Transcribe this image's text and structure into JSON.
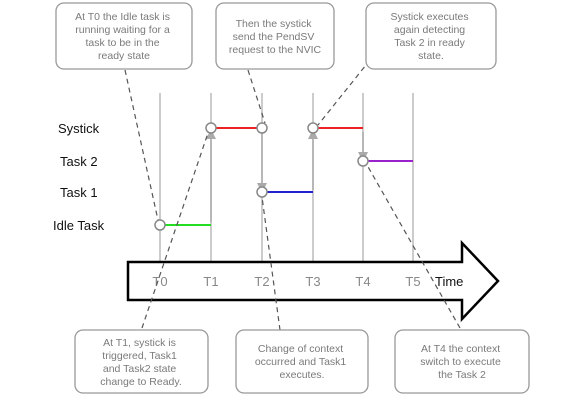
{
  "callouts": {
    "top": [
      {
        "lines": [
          "At T0 the Idle task is",
          "running waiting for a",
          "task to be in the",
          "ready state"
        ]
      },
      {
        "lines": [
          "Then the systick",
          "send the PendSV",
          "request to the NVIC"
        ]
      },
      {
        "lines": [
          "Systick executes",
          "again detecting",
          "Task 2 in ready",
          "state."
        ]
      }
    ],
    "bottom": [
      {
        "lines": [
          "At T1, systick is",
          "triggered, Task1",
          "and Task2 state",
          "change to Ready."
        ]
      },
      {
        "lines": [
          "Change of context",
          "occurred and Task1",
          "executes."
        ]
      },
      {
        "lines": [
          "At T4 the context",
          "switch to execute",
          "the Task 2"
        ]
      }
    ]
  },
  "rows": [
    "Systick",
    "Task 2",
    "Task 1",
    "Idle Task"
  ],
  "ticks": [
    "T0",
    "T1",
    "T2",
    "T3",
    "T4",
    "T5"
  ],
  "axis_label": "Time",
  "colors": {
    "idle": "#22dd22",
    "systick": "#ee2222",
    "task1": "#2222cc",
    "task2": "#9922cc",
    "guide": "#bbbbbb",
    "callout_border": "#999999",
    "dashed": "#555555"
  }
}
